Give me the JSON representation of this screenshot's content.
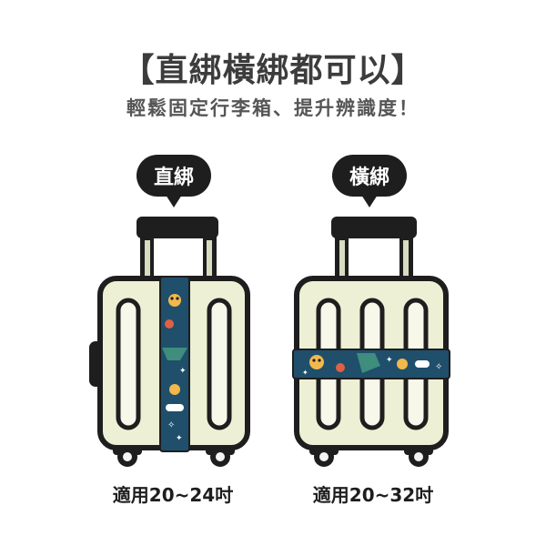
{
  "header": {
    "title": "【直綁橫綁都可以】",
    "subtitle": "輕鬆固定行李箱、提升辨識度！"
  },
  "left": {
    "bubble": "直綁",
    "size": "適用20~24吋"
  },
  "right": {
    "bubble": "橫綁",
    "size": "適用20~32吋"
  },
  "colors": {
    "outline": "#1e1e1e",
    "suitcase_body": "#eef0d5",
    "strap": "#1f4f6b",
    "strap_pattern_gold": "#f2b84b",
    "strap_pattern_red": "#e06046"
  }
}
